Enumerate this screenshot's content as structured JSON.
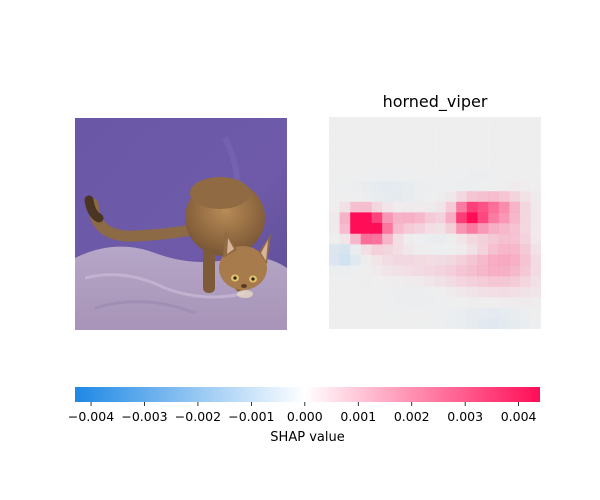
{
  "chart_data": {
    "type": "heatmap",
    "panels": [
      {
        "kind": "image",
        "subject": "cat-photo"
      },
      {
        "kind": "shap-heatmap",
        "title": "horned_viper"
      }
    ],
    "colorbar": {
      "label": "SHAP value",
      "range": [
        -0.0043,
        0.0044
      ],
      "ticks": [
        -0.004,
        -0.003,
        -0.002,
        -0.001,
        0.0,
        0.001,
        0.002,
        0.003,
        0.004
      ],
      "tick_labels": [
        "−0.004",
        "−0.003",
        "−0.002",
        "−0.001",
        "0.000",
        "0.001",
        "0.002",
        "0.003",
        "0.004"
      ],
      "negative_color": "#1e88e5",
      "positive_color": "#ff0d57"
    },
    "grid": {
      "rows": 20,
      "cols": 20
    },
    "max_abs": 0.0044,
    "positive_blobs": [
      {
        "cx": 3.5,
        "cy": 10.0,
        "sx": 1.4,
        "sy": 1.2,
        "v": 0.0044
      },
      {
        "cx": 2.2,
        "cy": 9.2,
        "sx": 1.0,
        "sy": 0.9,
        "v": 0.003
      },
      {
        "cx": 7.5,
        "cy": 9.3,
        "sx": 1.8,
        "sy": 0.7,
        "v": 0.0022
      },
      {
        "cx": 12.5,
        "cy": 9.0,
        "sx": 1.2,
        "sy": 1.2,
        "v": 0.0032
      },
      {
        "cx": 15.0,
        "cy": 8.0,
        "sx": 2.0,
        "sy": 1.3,
        "v": 0.0026
      },
      {
        "cx": 16.5,
        "cy": 12.5,
        "sx": 2.8,
        "sy": 2.6,
        "v": 0.002
      },
      {
        "cx": 11.0,
        "cy": 14.0,
        "sx": 3.5,
        "sy": 1.5,
        "v": 0.0012
      },
      {
        "cx": 6.0,
        "cy": 12.5,
        "sx": 2.0,
        "sy": 1.2,
        "v": 0.0008
      }
    ],
    "negative_blobs": [
      {
        "cx": 1.0,
        "cy": 12.5,
        "sx": 1.3,
        "sy": 0.8,
        "v": -0.0018
      },
      {
        "cx": 10.5,
        "cy": 11.5,
        "sx": 3.0,
        "sy": 0.8,
        "v": -0.0011
      },
      {
        "cx": 5.0,
        "cy": 6.5,
        "sx": 2.5,
        "sy": 0.9,
        "v": -0.0008
      },
      {
        "cx": 14.0,
        "cy": 6.0,
        "sx": 2.0,
        "sy": 0.8,
        "v": -0.001
      },
      {
        "cx": 15.0,
        "cy": 18.5,
        "sx": 2.5,
        "sy": 1.0,
        "v": -0.001
      },
      {
        "cx": 19.5,
        "cy": 11.0,
        "sx": 1.0,
        "sy": 2.0,
        "v": -0.0008
      },
      {
        "cx": 8.0,
        "cy": 16.0,
        "sx": 2.5,
        "sy": 1.0,
        "v": -0.0006
      }
    ]
  }
}
